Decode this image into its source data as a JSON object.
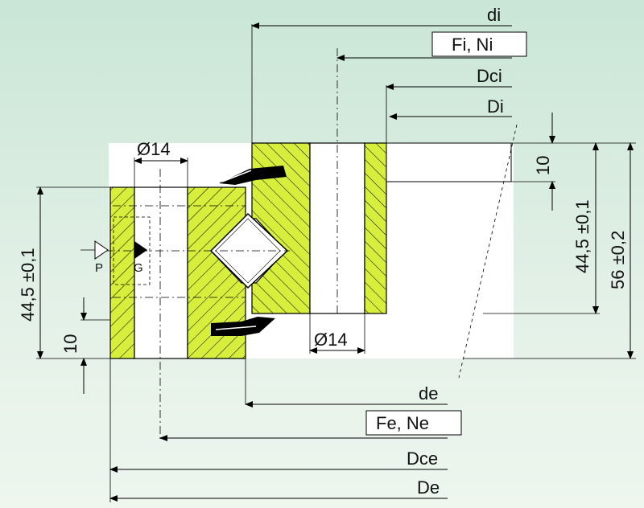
{
  "labels": {
    "di": "di",
    "fi_ni": "Fi, Ni",
    "dci": "Dci",
    "Di": "Di",
    "de": "de",
    "fe_ne": "Fe, Ne",
    "dce": "Dce",
    "De": "De",
    "phi_top": "Ø14",
    "phi_bottom": "Ø14",
    "height_left": "44,5 ±0,1",
    "height_right_inner": "44,5 ±0,1",
    "height_right_outer": "56 ±0,2",
    "ten_left": "10",
    "ten_right": "10",
    "p": "P",
    "g": "G"
  },
  "colors": {
    "ring_fill": "#d8ee3c",
    "background_top": "#c9e6d6",
    "background_bottom": "#eef6ee",
    "white_fill": "#ffffff",
    "seal": "#000000"
  }
}
